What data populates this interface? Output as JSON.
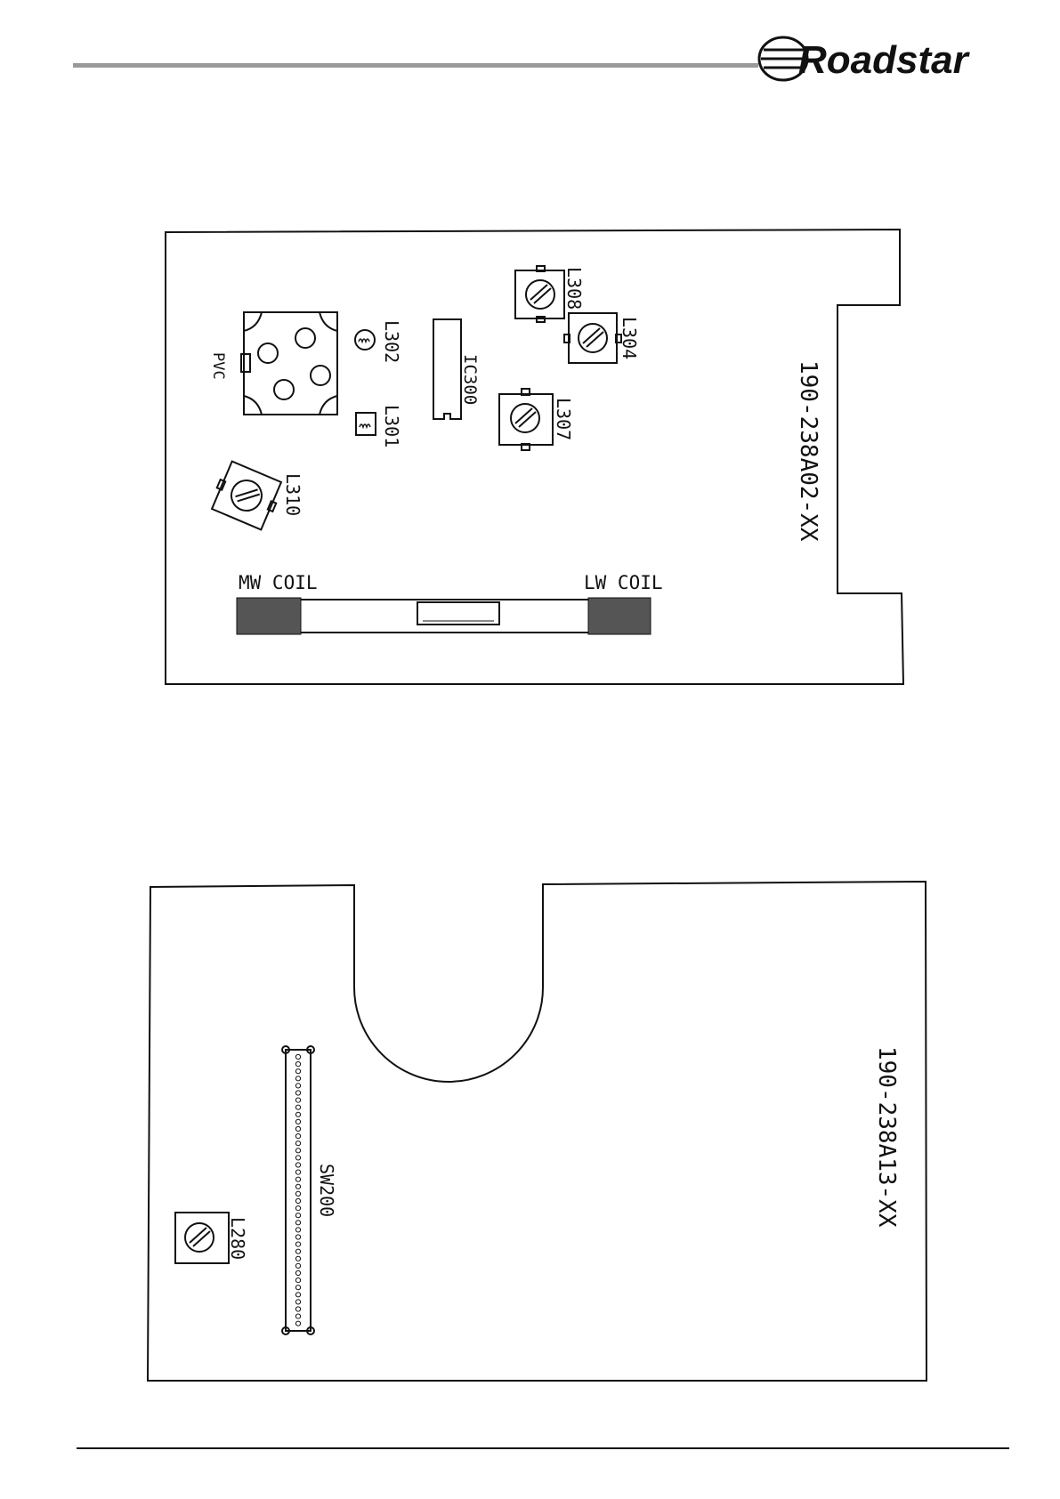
{
  "header": {
    "brand": "Roadstar"
  },
  "board_top": {
    "part_number": "190-238A02-XX",
    "components": {
      "pvc": "PVC",
      "l302": "L302",
      "l301": "L301",
      "ic300": "IC300",
      "l308": "L308",
      "l304": "L304",
      "l307": "L307",
      "l310": "L310",
      "mw_coil": "MW COIL",
      "lw_coil": "LW COIL"
    }
  },
  "board_bottom": {
    "part_number": "190-238A13-XX",
    "components": {
      "sw200": "SW200",
      "l280": "L280"
    }
  },
  "colors": {
    "header_rule": "#999999",
    "line": "#111111"
  }
}
